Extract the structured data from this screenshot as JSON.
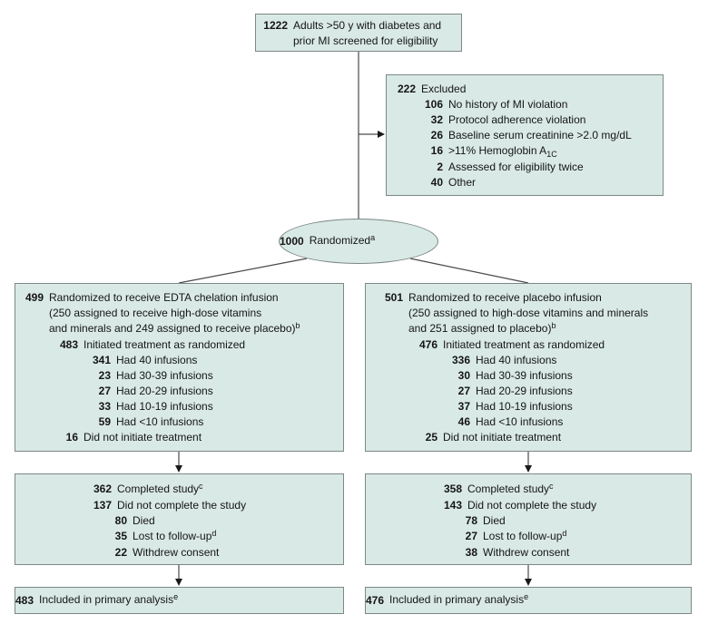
{
  "colors": {
    "box_fill": "#d9e9e5",
    "box_border": "#7c8886",
    "connector_line": "#4a4a4a",
    "arrowhead": "#1a1a1a",
    "text": "#151515"
  },
  "screened": {
    "num": "1222",
    "lines": [
      "Adults >50 y with diabetes and",
      "prior MI screened for eligibility"
    ]
  },
  "excluded": {
    "num": "222",
    "label": "Excluded",
    "reasons": [
      {
        "num": "106",
        "text": "No history of MI violation"
      },
      {
        "num": "32",
        "text": "Protocol adherence violation"
      },
      {
        "num": "26",
        "text": "Baseline serum creatinine >2.0 mg/dL"
      },
      {
        "num": "16",
        "text": ">11% Hemoglobin A",
        "sub": "1C"
      },
      {
        "num": "2",
        "text": "Assessed for eligibility twice"
      },
      {
        "num": "40",
        "text": "Other"
      }
    ]
  },
  "randomized": {
    "num": "1000",
    "text": "Randomized",
    "sup": "a"
  },
  "edta": {
    "header": {
      "num": "499",
      "lines": [
        "Randomized to receive EDTA chelation infusion",
        "(250 assigned to receive high-dose vitamins",
        "and minerals and 249 assigned to receive placebo)"
      ],
      "sup": "b"
    },
    "initiated": {
      "num": "483",
      "text": "Initiated treatment as randomized"
    },
    "infusions": [
      {
        "num": "341",
        "text": "Had 40 infusions"
      },
      {
        "num": "23",
        "text": "Had 30-39 infusions"
      },
      {
        "num": "27",
        "text": "Had 20-29 infusions"
      },
      {
        "num": "33",
        "text": "Had 10-19 infusions"
      },
      {
        "num": "59",
        "text": "Had <10 infusions"
      }
    ],
    "not_initiated": {
      "num": "16",
      "text": "Did not initiate treatment"
    },
    "completed": {
      "num": "362",
      "text": "Completed study",
      "sup": "c"
    },
    "not_completed": {
      "num": "137",
      "text": "Did not complete the study"
    },
    "discontinue_reasons": [
      {
        "num": "80",
        "text": "Died"
      },
      {
        "num": "35",
        "text": "Lost to follow-up",
        "sup": "d"
      },
      {
        "num": "22",
        "text": "Withdrew consent"
      }
    ],
    "primary": {
      "num": "483",
      "text": "Included in primary analysis",
      "sup": "e"
    }
  },
  "placebo": {
    "header": {
      "num": "501",
      "lines": [
        "Randomized to receive placebo infusion",
        "(250 assigned to high-dose vitamins and minerals",
        "and 251 assigned to placebo)"
      ],
      "sup": "b"
    },
    "initiated": {
      "num": "476",
      "text": "Initiated treatment as randomized"
    },
    "infusions": [
      {
        "num": "336",
        "text": "Had 40 infusions"
      },
      {
        "num": "30",
        "text": "Had 30-39 infusions"
      },
      {
        "num": "27",
        "text": "Had 20-29 infusions"
      },
      {
        "num": "37",
        "text": "Had 10-19 infusions"
      },
      {
        "num": "46",
        "text": "Had <10 infusions"
      }
    ],
    "not_initiated": {
      "num": "25",
      "text": "Did not initiate treatment"
    },
    "completed": {
      "num": "358",
      "text": "Completed study",
      "sup": "c"
    },
    "not_completed": {
      "num": "143",
      "text": "Did not complete the study"
    },
    "discontinue_reasons": [
      {
        "num": "78",
        "text": "Died"
      },
      {
        "num": "27",
        "text": "Lost to follow-up",
        "sup": "d"
      },
      {
        "num": "38",
        "text": "Withdrew consent"
      }
    ],
    "primary": {
      "num": "476",
      "text": "Included in primary analysis",
      "sup": "e"
    }
  }
}
